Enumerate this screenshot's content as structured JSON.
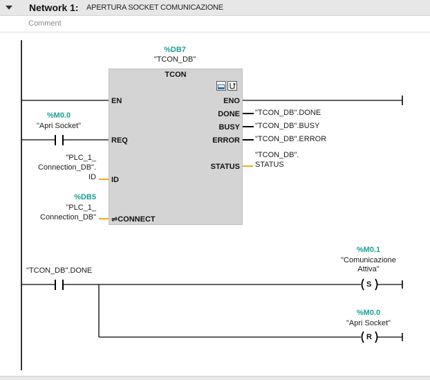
{
  "network": {
    "label": "Network 1:",
    "title": "APERTURA SOCKET COMUNICAZIONE",
    "comment_placeholder": "Comment"
  },
  "block": {
    "instance_address": "%DB7",
    "instance_name": "\"TCON_DB\"",
    "type": "TCON",
    "pins": {
      "en": "EN",
      "req": "REQ",
      "id": "ID",
      "connect": "CONNECT",
      "eno": "ENO",
      "done": "DONE",
      "busy": "BUSY",
      "error": "ERROR",
      "status": "STATUS"
    }
  },
  "inputs": {
    "req_address": "%M0.0",
    "req_name": "\"Apri Socket\"",
    "id_line1": "\"PLC_1_",
    "id_line2": "Connection_DB\".",
    "id_line3": "ID",
    "connect_address": "%DB5",
    "connect_line1": "\"PLC_1_",
    "connect_line2": "Connection_DB\""
  },
  "outputs": {
    "done": "\"TCON_DB\".DONE",
    "busy": "\"TCON_DB\".BUSY",
    "error": "\"TCON_DB\".ERROR",
    "status_line1": "\"TCON_DB\".",
    "status_line2": "STATUS"
  },
  "rung2": {
    "contact_name": "\"TCON_DB\".DONE",
    "set_coil_address": "%M0.1",
    "set_coil_line1": "\"Comunicazione",
    "set_coil_line2": "Attiva\"",
    "set_coil_letter": "S",
    "reset_coil_address": "%M0.0",
    "reset_coil_name": "\"Apri Socket\"",
    "reset_coil_letter": "R"
  },
  "colors": {
    "address": "#1a9e95",
    "wire": "#000000",
    "unconnected_pin": "#f5a623",
    "block_fill": "#d4d4d4"
  },
  "icons": [
    "collapse-triangle-icon",
    "block-window-icon",
    "block-diagnostic-icon",
    "connect-arrows-icon"
  ]
}
